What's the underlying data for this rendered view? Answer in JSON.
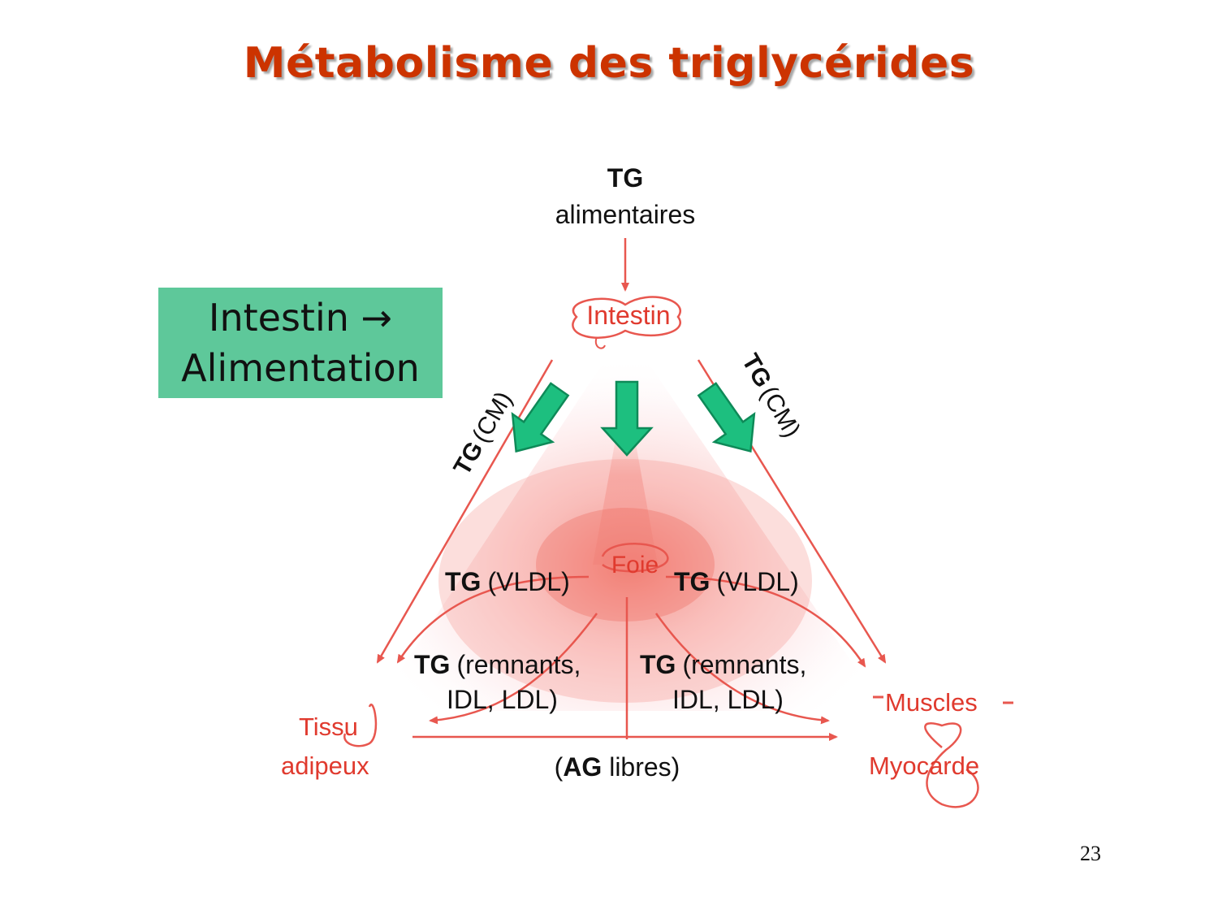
{
  "title": "Métabolisme des triglycérides",
  "callout": {
    "line1": "Intestin →",
    "line2": "Alimentation",
    "color": "#5ec89a"
  },
  "diagram": {
    "top_label_bold": "TG",
    "top_label": "alimentaires",
    "intestin": "Intestin",
    "left_edge_bold": "TG",
    "left_edge": "(CM)",
    "right_edge_bold": "TG",
    "right_edge": "(CM)",
    "foie": "Foie",
    "vldl_left_bold": "TG",
    "vldl_left": "(VLDL)",
    "vldl_right_bold": "TG",
    "vldl_right": "(VLDL)",
    "remnants_left_bold": "TG",
    "remnants_left_1": "(remnants,",
    "remnants_left_2": "IDL, LDL)",
    "remnants_right_bold": "TG",
    "remnants_right_1": "(remnants,",
    "remnants_right_2": "IDL, LDL)",
    "tissu_1": "Tissu",
    "tissu_2": "adipeux",
    "ag_open": "(",
    "ag_bold": "AG",
    "ag_rest": " libres)",
    "muscles": "Muscles",
    "myocarde": "Myocarde",
    "colors": {
      "arrow_red": "#e8574f",
      "organ_text": "#e03a2e",
      "green_arrow": "#1dbf7f",
      "green_arrow_border": "#0e8a58"
    }
  },
  "page_number": "23"
}
